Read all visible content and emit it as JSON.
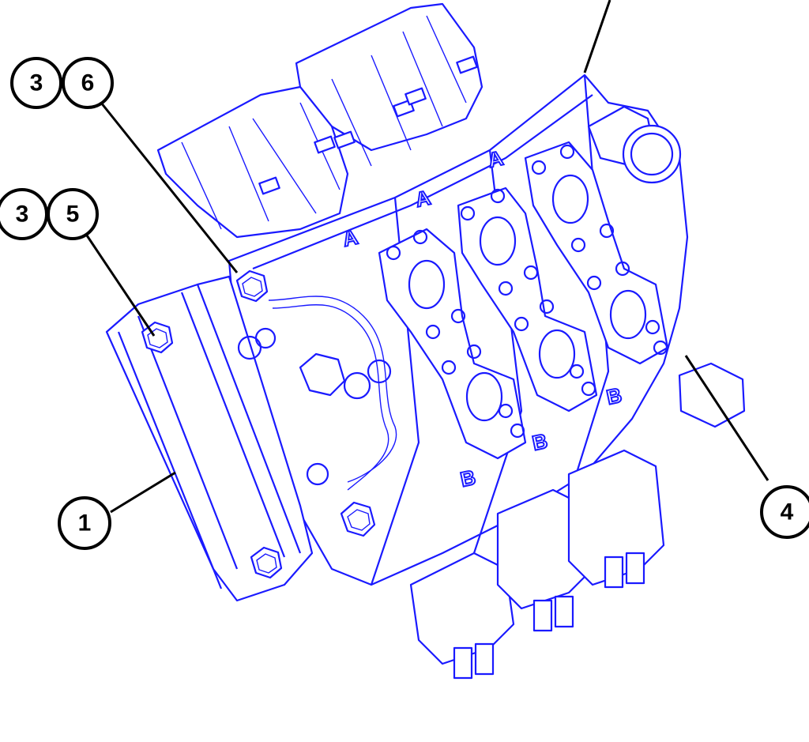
{
  "diagram": {
    "line_color": "#1a1aff",
    "callout_color": "#000000",
    "callouts": [
      {
        "id": "c3a",
        "text": "3"
      },
      {
        "id": "c6",
        "text": "6"
      },
      {
        "id": "c3b",
        "text": "3"
      },
      {
        "id": "c5",
        "text": "5"
      },
      {
        "id": "c1",
        "text": "1"
      },
      {
        "id": "c4",
        "text": "4"
      }
    ],
    "port_labels": {
      "a": "A",
      "b": "B"
    }
  }
}
